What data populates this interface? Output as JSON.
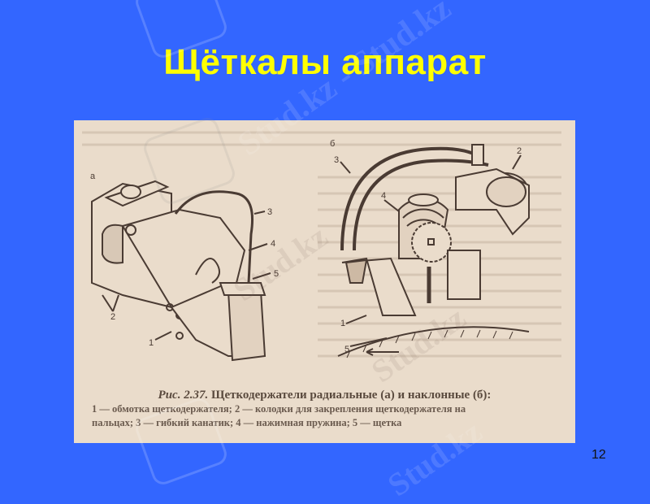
{
  "slide": {
    "title": "Щёткалы аппарат",
    "page_number": "12",
    "background_color": "#3366ff",
    "title_color": "#ffff00"
  },
  "figure": {
    "label_a": "а",
    "label_b": "б",
    "callouts_a": [
      "1",
      "2",
      "3",
      "4",
      "5"
    ],
    "callouts_b": [
      "1",
      "2",
      "3",
      "4",
      "5"
    ],
    "caption": {
      "prefix": "Рис. 2.37.",
      "title": "Щеткодержатели радиальные (а) и наклонные (б):",
      "line1": "1 — обмотка щеткодержателя; 2 — колодки для закрепления щеткодержателя на",
      "line2": "пальцах; 3 — гибкий канатик; 4 — нажимная пружина; 5 — щетка"
    }
  },
  "watermarks": [
    "Stud.kz - Stud.kz",
    "Stud.kz",
    "Stud.kz",
    "Stud.kz"
  ]
}
